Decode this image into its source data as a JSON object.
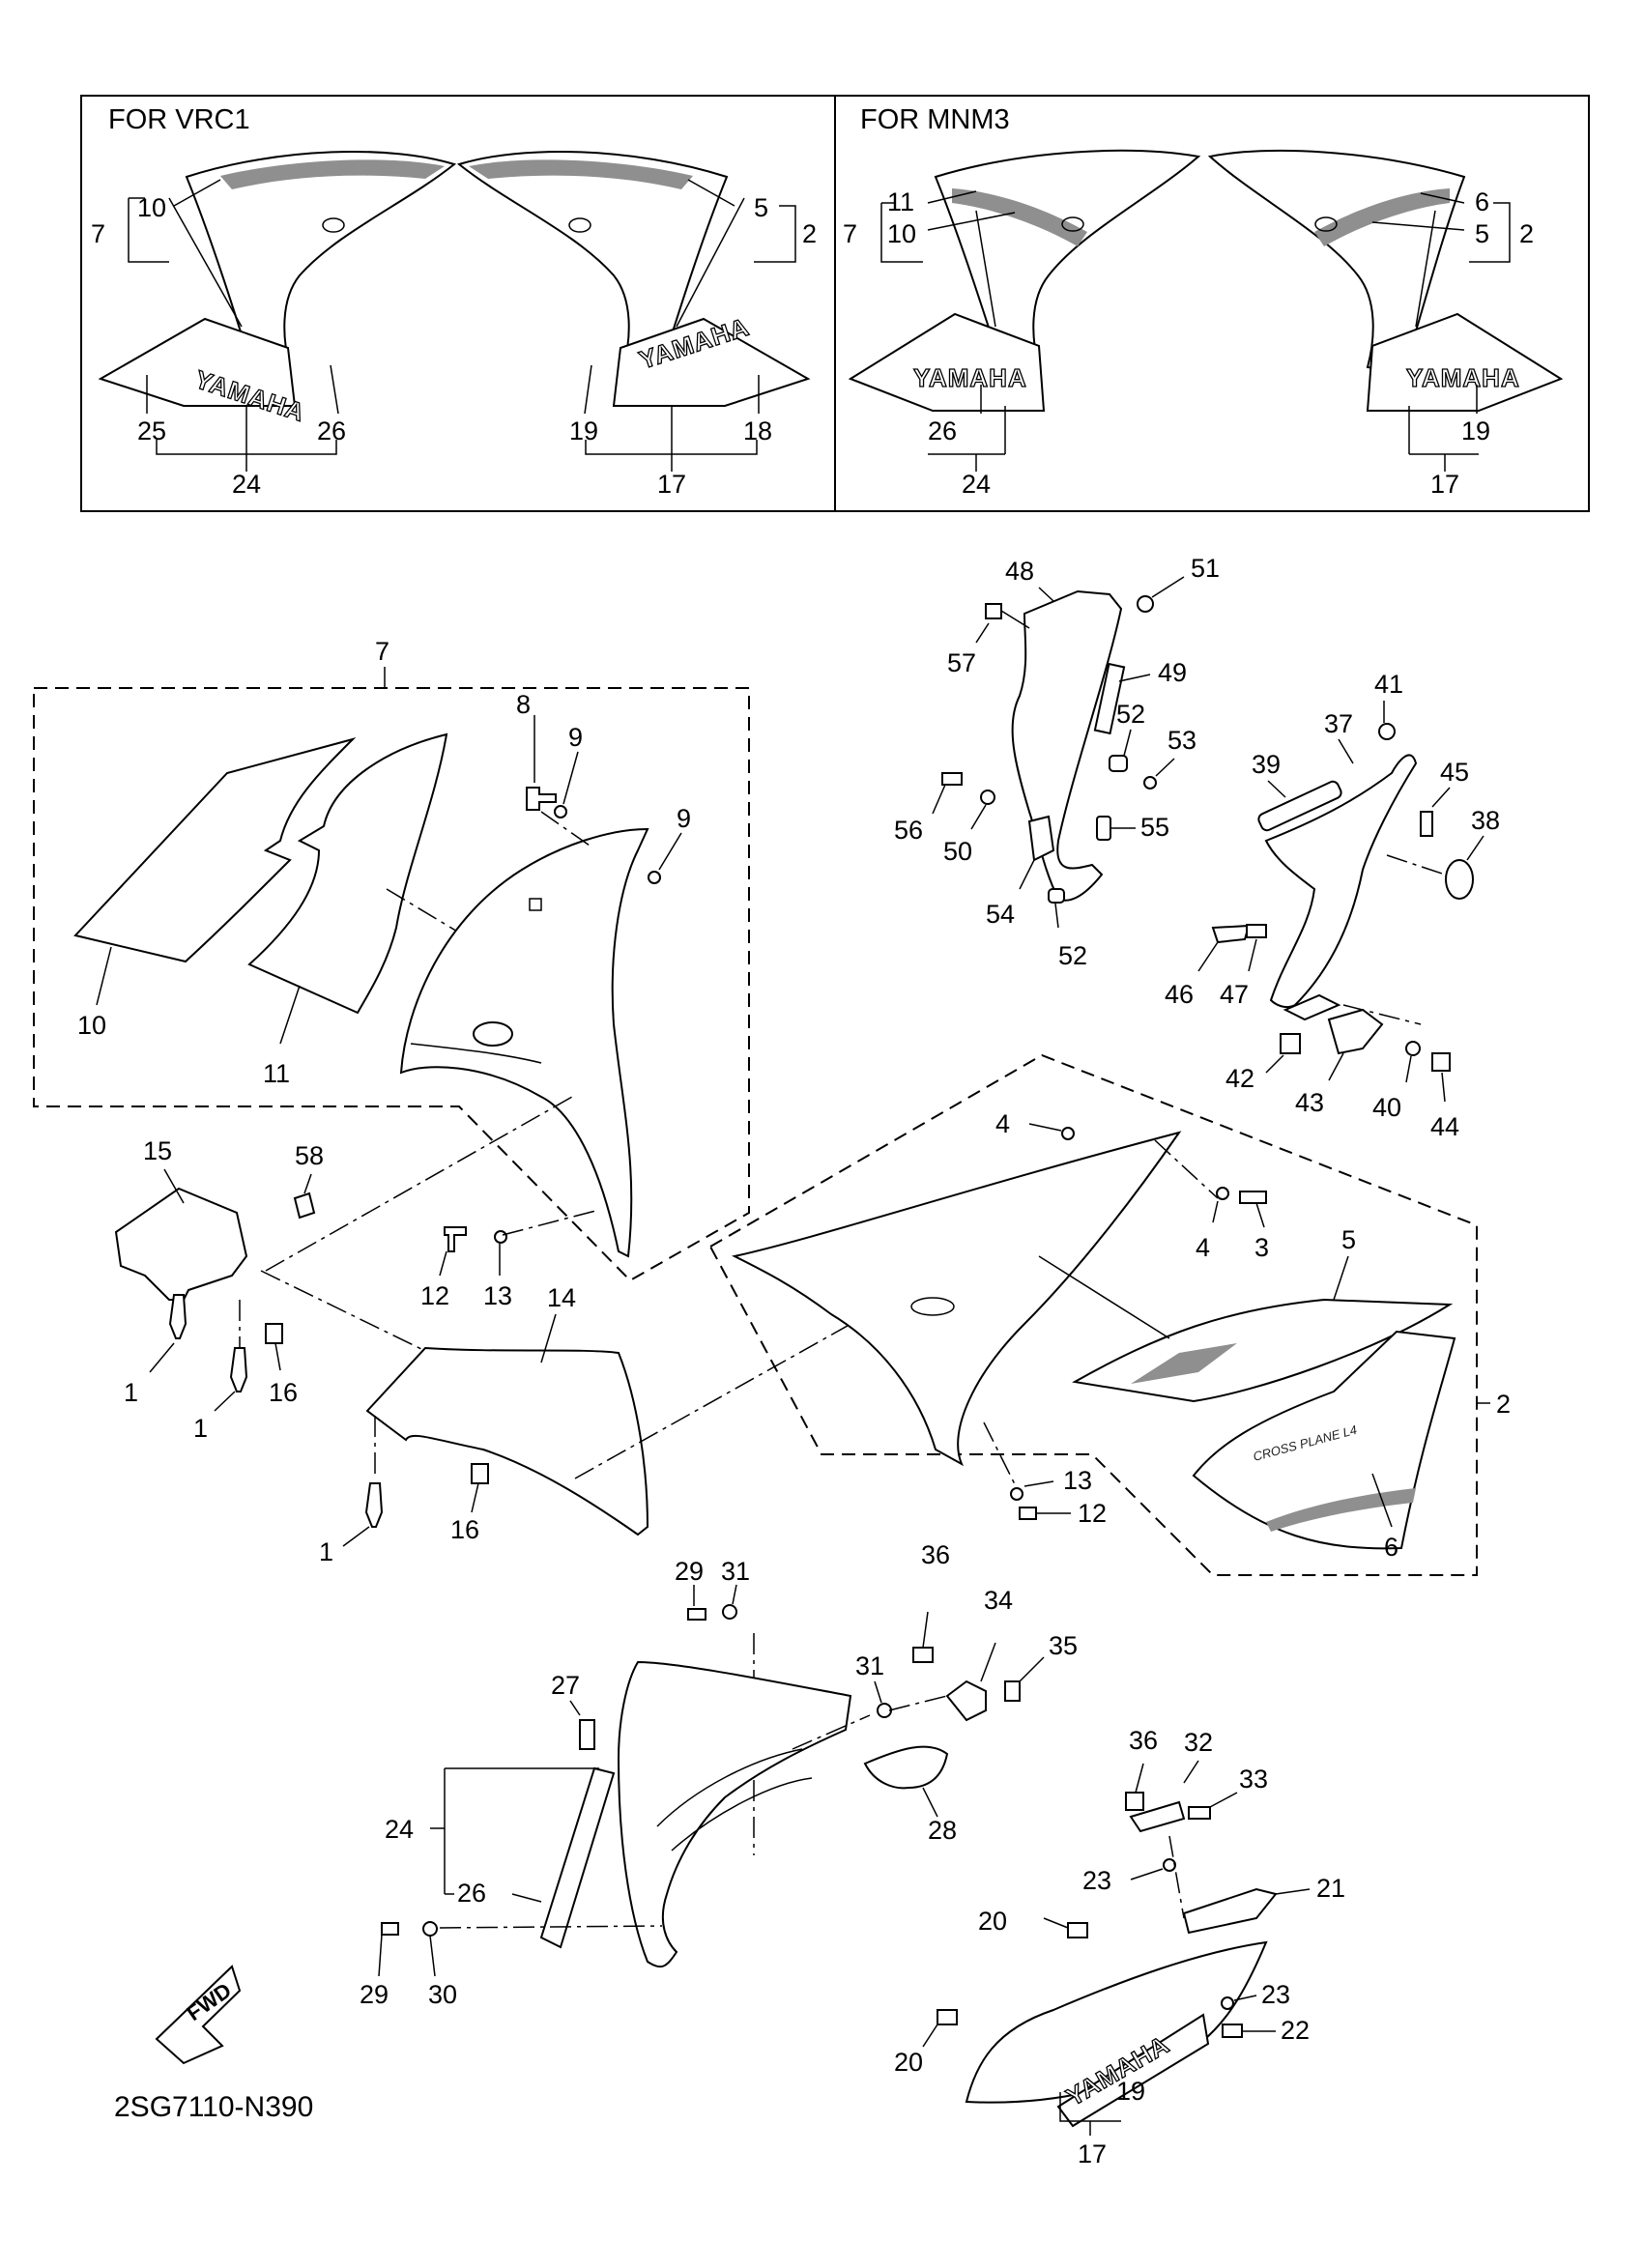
{
  "diagram": {
    "code": "2SG7110-N390",
    "fwd_label": "FWD",
    "panels": [
      {
        "header": "FOR VRC1",
        "logos": [
          "YAMAHA",
          "YAMAHA"
        ],
        "numbers": [
          "10",
          "7",
          "5",
          "2",
          "25",
          "26",
          "24",
          "19",
          "18",
          "17"
        ]
      },
      {
        "header": "FOR MNM3",
        "logos": [
          "YAMAHA",
          "YAMAHA"
        ],
        "numbers": [
          "11",
          "7",
          "10",
          "6",
          "5",
          "2",
          "26",
          "24",
          "19",
          "17"
        ]
      }
    ],
    "decal_texts": {
      "cross_plane": "CROSS PLANE L4",
      "yamaha": "YAMAHA"
    },
    "callouts": [
      "7",
      "8",
      "9",
      "9",
      "10",
      "11",
      "15",
      "58",
      "12",
      "13",
      "1",
      "1",
      "16",
      "14",
      "1",
      "16",
      "4",
      "4",
      "3",
      "5",
      "2",
      "13",
      "12",
      "6",
      "48",
      "51",
      "57",
      "49",
      "52",
      "53",
      "56",
      "50",
      "55",
      "54",
      "52",
      "41",
      "37",
      "39",
      "45",
      "38",
      "46",
      "47",
      "42",
      "43",
      "40",
      "44",
      "29",
      "31",
      "27",
      "24",
      "26",
      "36",
      "34",
      "35",
      "31",
      "28",
      "29",
      "30",
      "36",
      "32",
      "33",
      "23",
      "21",
      "20",
      "23",
      "20",
      "22",
      "19",
      "17"
    ]
  }
}
